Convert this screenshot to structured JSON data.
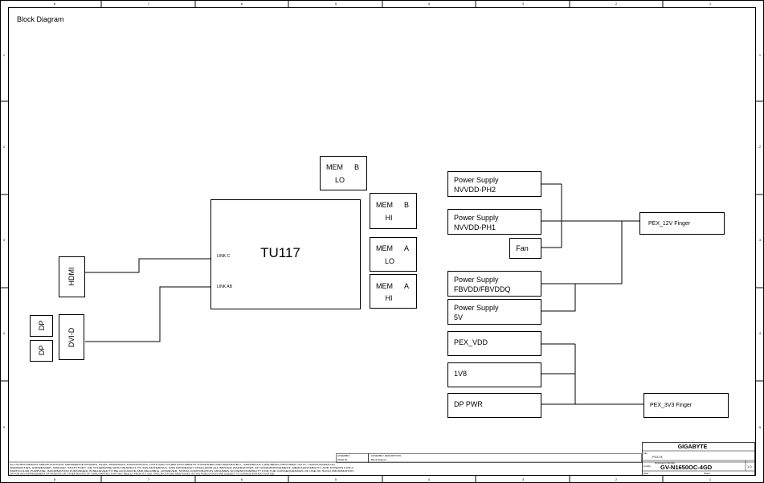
{
  "sheet_title": "Block Diagram",
  "border": {
    "columns": [
      "8",
      "7",
      "6",
      "5",
      "4",
      "3",
      "2",
      "1"
    ],
    "rows": [
      "1",
      "2",
      "3",
      "4",
      "5"
    ]
  },
  "gpu": {
    "name": "TU117",
    "link_c": "LINK C",
    "link_ab": "LINK AB"
  },
  "memory": {
    "mem_b_lo": {
      "line1": "MEM",
      "channel": "B",
      "half": "LO"
    },
    "mem_b_hi": {
      "line1": "MEM",
      "channel": "B",
      "half": "HI"
    },
    "mem_a_lo": {
      "line1": "MEM",
      "channel": "A",
      "half": "LO"
    },
    "mem_a_hi": {
      "line1": "MEM",
      "channel": "A",
      "half": "HI"
    }
  },
  "connectors": {
    "hdmi": "HDMI",
    "dvi": "DVI-D",
    "dp1": "DP",
    "dp2": "DP"
  },
  "power": {
    "nvvdd_ph2": {
      "l1": "Power Supply",
      "l2": "NVVDD-PH2"
    },
    "nvvdd_ph1": {
      "l1": "Power Supply",
      "l2": "NVVDD-PH1"
    },
    "fan": "Fan",
    "fbvdd": {
      "l1": "Power Supply",
      "l2": "FBVDD/FBVDDQ"
    },
    "v5": {
      "l1": "Power Supply",
      "l2": "5V"
    },
    "pex_vdd": "PEX_VDD",
    "v1v8": "1V8",
    "dp_pwr": "DP PWR",
    "pex_12v": "PEX_12V Finger",
    "pex_3v3": "PEX_3V3 Finger"
  },
  "title_block": {
    "company": "GIGABYTE",
    "project": "PG174",
    "model": "GV-N1650OC-4GD",
    "rev": "1.0",
    "assembly_label": "ASSEMBLY",
    "page_id_label": "PAGE ID",
    "doc_label": "ASSEMBLY DESCRIPTION",
    "doc_value": "Block Diagram",
    "file_label": "File",
    "doc_num_label": "Document Number",
    "config_label": "Config",
    "date_label": "Date",
    "sheet_label": "Sheet",
    "disclaimer_1": "ALL NVIDIA DESIGN SPECIFICATIONS, REFERENCE BOARDS, FILES, DRAWINGS, DIAGNOSTICS, LISTS AND OTHER DOCUMENTS (TOGETHER AND SEPARATELY, \"MATERIALS\") ARE BEING PROVIDED \"AS IS.\" NVIDIA MAKES NO",
    "disclaimer_2": "WARRANTIES, EXPRESSED, IMPLIED, STATUTORY, OR OTHERWISE WITH RESPECT TO THE MATERIALS, AND EXPRESSLY DISCLAIMS ALL IMPLIED WARRANTIES OF NONINFRINGEMENT, MERCHANTABILITY, AND FITNESS FOR A",
    "disclaimer_3": "PARTICULAR PURPOSE. INFORMATION FURNISHED IS BELIEVED TO BE ACCURATE AND RELIABLE. HOWEVER, NVIDIA CORPORATION ASSUMES NO RESPONSIBILITY FOR THE CONSEQUENCES OF USE OF SUCH INFORMATION",
    "disclaimer_4": "OR FOR ANY INFRINGEMENT OF PATENTS OR OTHER RIGHTS OF THIRD PARTIES THAT MAY RESULT FROM ITS USE. SPECIFICATIONS MENTIONED IN THIS PUBLICATION ARE SUBJECT TO CHANGE WITHOUT NOTICE."
  }
}
